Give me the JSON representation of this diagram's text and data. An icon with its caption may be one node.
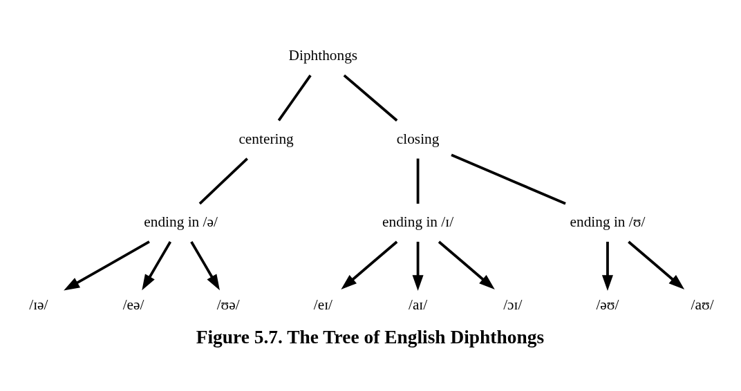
{
  "diagram": {
    "caption": "Figure 5.7. The Tree of English Diphthongs",
    "nodes": [
      {
        "text": [
          "Diphthongs"
        ]
      },
      {
        "text": [
          "centering"
        ]
      },
      {
        "text": [
          "closing"
        ]
      },
      {
        "text": [
          "ending in /ə/"
        ]
      },
      {
        "text": [
          "ending in /ɪ/"
        ]
      },
      {
        "text": [
          "ending in /ʊ/"
        ]
      },
      {
        "text": [
          "/ɪə/"
        ]
      },
      {
        "text": [
          "/eə/"
        ]
      },
      {
        "text": [
          "/ʊə/"
        ]
      },
      {
        "text": [
          "/eɪ/"
        ]
      },
      {
        "text": [
          "/aɪ/"
        ]
      },
      {
        "text": [
          "/ɔɪ/"
        ]
      },
      {
        "text": [
          "/əʊ/"
        ]
      },
      {
        "text": [
          "/aʊ/"
        ]
      }
    ],
    "edges": [
      {
        "from": 0,
        "to": 1,
        "arrow": "none"
      },
      {
        "from": 0,
        "to": 2,
        "arrow": "none"
      },
      {
        "from": 1,
        "to": 3,
        "arrow": "none"
      },
      {
        "from": 2,
        "to": 4,
        "arrow": "none"
      },
      {
        "from": 2,
        "to": 5,
        "arrow": "none"
      },
      {
        "from": 3,
        "to": 6,
        "arrow": "to"
      },
      {
        "from": 3,
        "to": 7,
        "arrow": "to"
      },
      {
        "from": 3,
        "to": 8,
        "arrow": "to"
      },
      {
        "from": 4,
        "to": 9,
        "arrow": "to"
      },
      {
        "from": 4,
        "to": 10,
        "arrow": "to"
      },
      {
        "from": 4,
        "to": 11,
        "arrow": "to"
      },
      {
        "from": 5,
        "to": 12,
        "arrow": "to"
      },
      {
        "from": 5,
        "to": 13,
        "arrow": "to"
      }
    ]
  }
}
